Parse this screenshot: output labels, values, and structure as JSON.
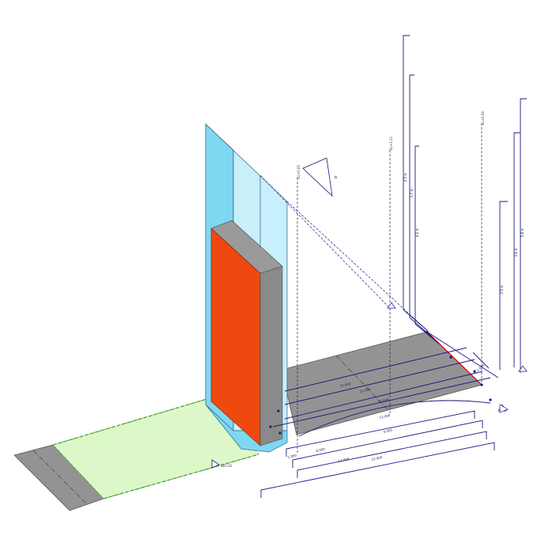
{
  "colors": {
    "background": "#ffffff",
    "glass": "#7fd8f2",
    "glass_light": "#c8f0fb",
    "glass_edge": "#3a6f8a",
    "column_front": "#ee4a10",
    "column_side": "#8a8a8a",
    "column_top": "#9a9a9a",
    "floor_gray": "#939393",
    "floor_green": "#dcf8c8",
    "green_dash": "#4caa2e",
    "dim_line": "#1a1a80",
    "red_edge": "#dd1111"
  },
  "annotations": {
    "level_tags": [
      {
        "id": "tag-1",
        "text": "EL+0.00"
      },
      {
        "id": "tag-2",
        "text": "EL+3.12"
      },
      {
        "id": "tag-3",
        "text": "EL+6.00"
      }
    ],
    "slope_label": "N",
    "vertical_dims": [
      {
        "id": "vd-1",
        "text": "4.5 m"
      },
      {
        "id": "vd-2",
        "text": "3.7 m"
      },
      {
        "id": "vd-3",
        "text": "4.0 m"
      },
      {
        "id": "vd-4",
        "text": "5.8 m"
      },
      {
        "id": "vd-5",
        "text": "3.6 m"
      },
      {
        "id": "vd-6",
        "text": "2.5 m"
      }
    ],
    "plan_dims": [
      {
        "id": "pd-1",
        "text": "12.000"
      },
      {
        "id": "pd-2",
        "text": "12.000"
      },
      {
        "id": "pd-3",
        "text": "12.000"
      },
      {
        "id": "pd-4",
        "text": "12.000"
      },
      {
        "id": "pd-5",
        "text": "6.000"
      },
      {
        "id": "pd-6",
        "text": "6.000"
      },
      {
        "id": "pd-7",
        "text": "12.000"
      },
      {
        "id": "pd-8",
        "text": "12.000"
      },
      {
        "id": "pd-9",
        "text": "2.000"
      },
      {
        "id": "pd-10",
        "text": "1.000"
      }
    ],
    "marker_label": "SEC-01"
  }
}
